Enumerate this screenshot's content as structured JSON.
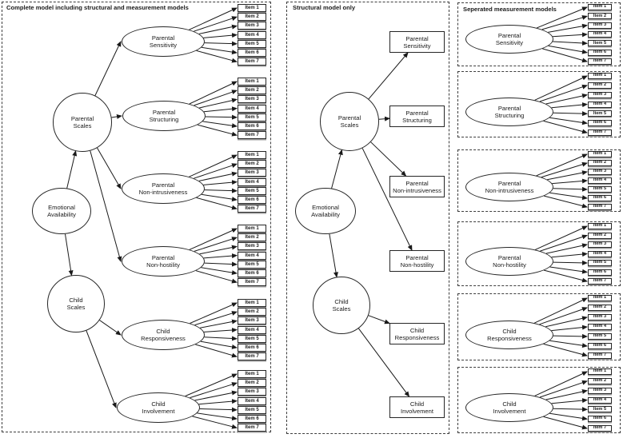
{
  "figure": {
    "panel_complete_title": "Complete model including structural and measurement models",
    "panel_structural_title": "Structural model only",
    "panel_separated_title": "Seperated measurement models"
  },
  "latent_variables": [
    {
      "id": "emotional-availability",
      "line1": "Emotional",
      "line2": "Availability"
    },
    {
      "id": "parental-scales",
      "line1": "Parental",
      "line2": "Scales"
    },
    {
      "id": "child-scales",
      "line1": "Child",
      "line2": "Scales"
    }
  ],
  "subscales": [
    {
      "id": "parental-sensitivity",
      "line1": "Parental",
      "line2": "Sensitivity"
    },
    {
      "id": "parental-structuring",
      "line1": "Parental",
      "line2": "Structuring"
    },
    {
      "id": "parental-non-intrusiveness",
      "line1": "Parental",
      "line2": "Non-intrusiveness"
    },
    {
      "id": "parental-non-hostility",
      "line1": "Parental",
      "line2": "Non-hostility"
    },
    {
      "id": "child-responsiveness",
      "line1": "Child",
      "line2": "Responsiveness"
    },
    {
      "id": "child-involvement",
      "line1": "Child",
      "line2": "Involvement"
    }
  ],
  "item_labels": [
    "Item 1",
    "Item 2",
    "Item 3",
    "Item 4",
    "Item 5",
    "Item 6",
    "Item 7"
  ],
  "colors": {
    "line": "#1a1a1a",
    "node_border": "#262626",
    "item_shadow": "#9e9e9e",
    "panel_border": "#3d3d3d",
    "background": "#ffffff",
    "text": "#1a1a1a"
  }
}
